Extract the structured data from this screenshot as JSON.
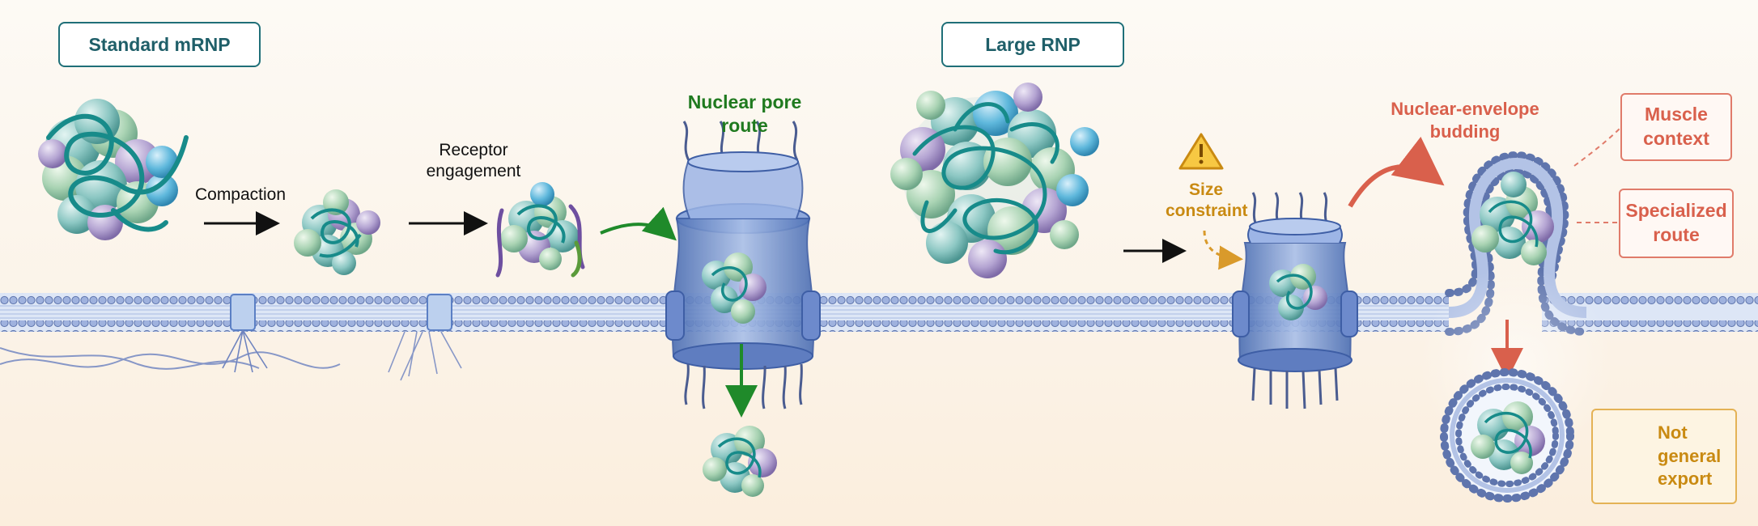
{
  "labels": {
    "standard_mrnp": "Standard mRNP",
    "large_rnp": "Large RNP",
    "compaction": "Compaction",
    "receptor_engagement": "Receptor\nengagement",
    "nuclear_pore_route": "Nuclear pore\nroute",
    "size_constraint": "Size\nconstraint",
    "nuclear_envelope_budding": "Nuclear-envelope\nbudding",
    "muscle_context": "Muscle\ncontext",
    "specialized_route": "Specialized\nroute",
    "not_general_export": "Not\ngeneral\nexport"
  },
  "colors": {
    "teal": "#1f6f78",
    "green": "#1f7a1f",
    "orange": "#c98a12",
    "salmon": "#d9604c",
    "membrane": "#7d93c8",
    "pore": "#5b7fc4"
  },
  "icons": [
    "warning-icon"
  ]
}
